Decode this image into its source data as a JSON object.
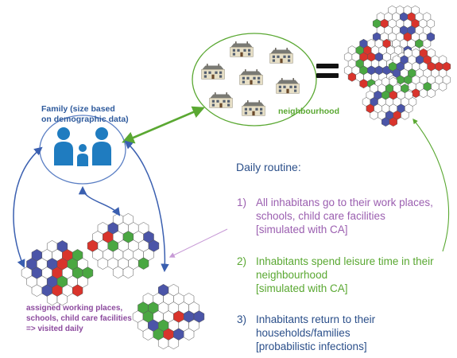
{
  "family": {
    "label": "Family (size based\non demographic data)"
  },
  "neighbourhood": {
    "label": "neighbourhood"
  },
  "assigned": {
    "label": "assigned working places,\nschools, child care facilities\n=> visited daily"
  },
  "routine": {
    "title": "Daily routine:",
    "steps": [
      {
        "num": "1)",
        "text": "All inhabitans go to their work places,\nschools, child care facilities\n[simulated with CA]"
      },
      {
        "num": "2)",
        "text": "Inhabitants spend leisure time in their\nneighbourhood\n[simulated with CA]"
      },
      {
        "num": "3)",
        "text": "Inhabitants return to their\nhouseholds/families\n[probabilistic infections]"
      }
    ]
  },
  "colors": {
    "blue_arrow": "#3a5fb0",
    "green": "#5aa832",
    "purple": "#9b5fb0",
    "family_icon": "#1f7cc0",
    "cell_red": "#d9342c",
    "cell_green": "#4aa742",
    "cell_blue": "#4b55a8",
    "cell_empty": "#ffffff"
  },
  "icons": [
    "family-icon",
    "house-icon",
    "hex-grid-icon",
    "equals-sign"
  ]
}
